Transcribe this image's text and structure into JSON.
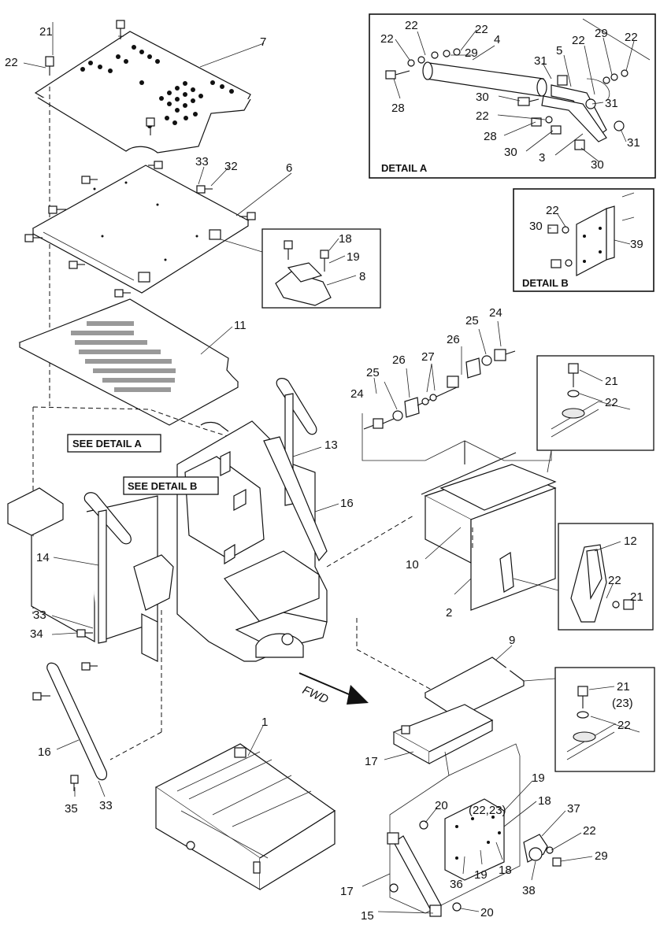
{
  "detail_a": {
    "title": "DETAIL A"
  },
  "detail_b": {
    "title": "DETAIL B"
  },
  "notes": {
    "see_detail_a": "SEE DETAIL A",
    "see_detail_b": "SEE DETAIL B",
    "fwd": "FWD"
  },
  "callouts": {
    "c1": "1",
    "c2": "2",
    "c3": "3",
    "c4": "4",
    "c5": "5",
    "c6": "6",
    "c7": "7",
    "c8": "8",
    "c9": "9",
    "c10": "10",
    "c11": "11",
    "c12": "12",
    "c13": "13",
    "c14": "14",
    "c15": "15",
    "c16": "16",
    "c17": "17",
    "c18": "18",
    "c19": "19",
    "c20": "20",
    "c21": "21",
    "c22": "22",
    "c23p": "(23)",
    "c2223": "(22,23)",
    "c24": "24",
    "c25": "25",
    "c26": "26",
    "c27": "27",
    "c28": "28",
    "c29": "29",
    "c30": "30",
    "c31": "31",
    "c32": "32",
    "c33": "33",
    "c34": "34",
    "c35": "35",
    "c36": "36",
    "c37": "37",
    "c38": "38",
    "c39": "39"
  }
}
